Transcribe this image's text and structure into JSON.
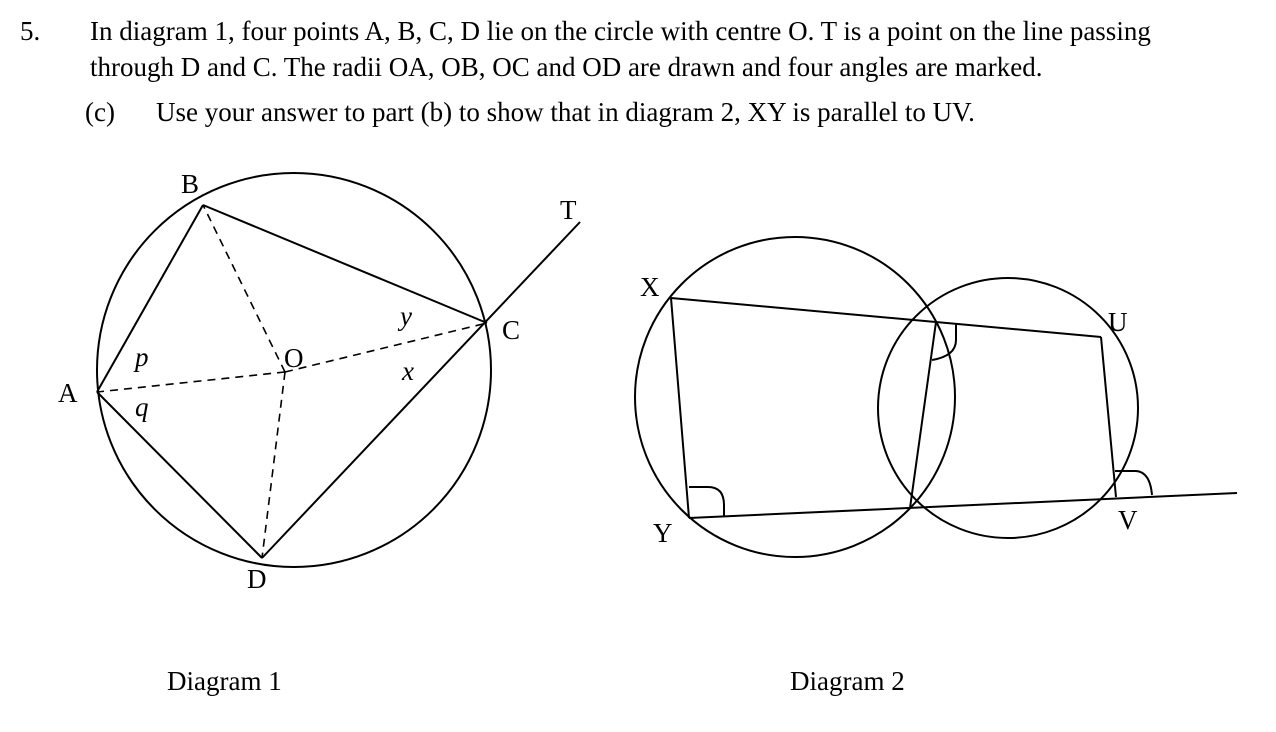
{
  "question": {
    "number": "5.",
    "line1": "In diagram 1, four points A, B, C, D lie on the circle with centre O. T is a point on the line passing",
    "line2": "through D and C. The radii OA, OB, OC and OD are drawn and four angles are marked.",
    "part": {
      "label": "(c)",
      "text": "Use your answer to part (b) to show that in diagram 2, XY is parallel to UV."
    }
  },
  "diagram1": {
    "caption": "Diagram 1",
    "points": {
      "A": "A",
      "B": "B",
      "C": "C",
      "D": "D",
      "O": "O",
      "T": "T"
    },
    "angles": {
      "p": "p",
      "q": "q",
      "x": "x",
      "y": "y"
    }
  },
  "diagram2": {
    "caption": "Diagram 2",
    "points": {
      "X": "X",
      "Y": "Y",
      "U": "U",
      "V": "V"
    }
  }
}
